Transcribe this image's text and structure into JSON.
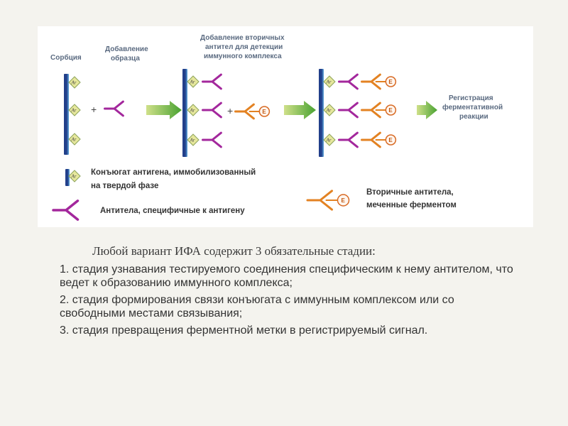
{
  "diagram": {
    "headers": {
      "sorption": "Сорбция",
      "add_sample_1": "Добавление",
      "add_sample_2": "образца",
      "add_secondary_1": "Добавление вторичных",
      "add_secondary_2": "антител для детекции",
      "add_secondary_3": "иммунного комплекса",
      "registration_1": "Регистрация",
      "registration_2": "ферментативной",
      "registration_3": "реакции"
    },
    "antigen_label": "Ar",
    "enzyme_label": "E",
    "plus_sign": "+",
    "legend": {
      "conjugate_1": "Конъюгат антигена, иммобилизованный",
      "conjugate_2": "на твердой фазе",
      "antibody": "Антитела, специфичные к антигену",
      "secondary_1": "Вторичные антитела,",
      "secondary_2": "меченные ферментом"
    },
    "colors": {
      "solid_phase_dark": "#223f8a",
      "solid_phase_light": "#5fa9dc",
      "antigen_fill": "#e6e79c",
      "antigen_stroke": "#8da35a",
      "primary_antibody": "#a3279c",
      "secondary_antibody": "#e38222",
      "enzyme_stroke": "#d86a24",
      "arrow_start": "#cfe08a",
      "arrow_end": "#49a231"
    }
  },
  "text": {
    "intro": "Любой вариант ИФА содержит 3 обязательные стадии:",
    "stages": [
      "1.  стадия узнавания тестируемого соединения специфическим к нему антителом, что ведет к образованию иммунного комплекса;",
      "2.  стадия формирования связи конъюгата с иммунным комплексом или со свободными местами связывания;",
      "3.  стадия превращения ферментной метки в регистрируемый сигнал."
    ]
  }
}
